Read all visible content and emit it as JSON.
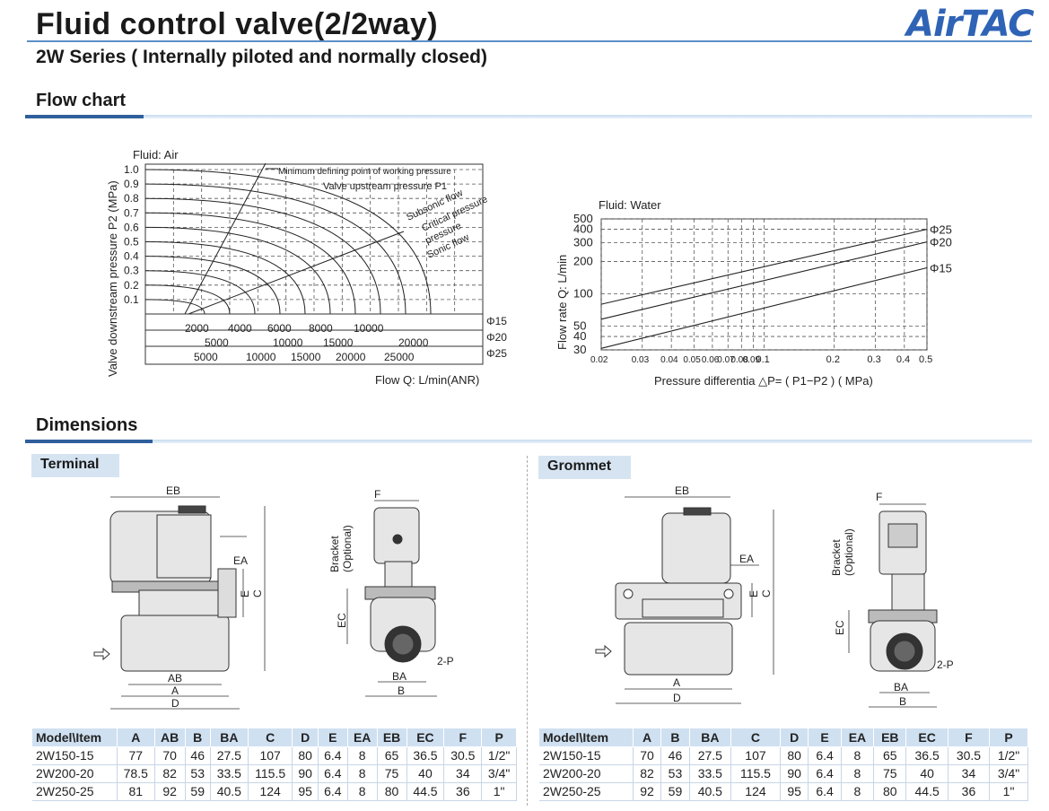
{
  "header": {
    "title": "Fluid control valve(2/2way)",
    "subtitle": "2W Series ( Internally piloted and normally closed)",
    "logo": "AirTAC"
  },
  "sections": {
    "flow_chart": "Flow chart",
    "dimensions": "Dimensions",
    "terminal": "Terminal",
    "grommet": "Grommet"
  },
  "chart_data": [
    {
      "type": "line",
      "fluid_label": "Fluid: Air",
      "ylabel": "Valve downstream pressure  P2   (MPa)",
      "xlabel": "Flow Q: L/min(ANR)",
      "y_ticks": [
        "1.0",
        "0.9",
        "0.8",
        "0.7",
        "0.6",
        "0.5",
        "0.4",
        "0.3",
        "0.2",
        "0.1"
      ],
      "x_scales": [
        {
          "name": "Φ15",
          "ticks": [
            "2000",
            "4000",
            "6000",
            "8000",
            "10000"
          ]
        },
        {
          "name": "Φ20",
          "ticks": [
            "5000",
            "10000",
            "15000",
            "20000"
          ]
        },
        {
          "name": "Φ25",
          "ticks": [
            "5000",
            "10000",
            "15000",
            "20000",
            "25000"
          ]
        }
      ],
      "annotations": [
        "Minimum defining point of working pressure",
        "Valve upstream pressure P1",
        "Subsonic flow",
        "Critical pressure",
        "Sonic flow"
      ],
      "upstream_pressure_curves_mpa": [
        1.0,
        0.9,
        0.8,
        0.7,
        0.6,
        0.5,
        0.4,
        0.3,
        0.2,
        0.1
      ]
    },
    {
      "type": "line",
      "fluid_label": "Fluid: Water",
      "ylabel": "Flow rate Q: L/min",
      "xlabel": "Pressure differentia  △P= ( P1−P2 )  ( MPa)",
      "x_scale": "log",
      "y_scale": "log",
      "x_ticks": [
        "0.02",
        "0.03",
        "0.04",
        "0.05",
        "0.06",
        "0.07",
        "0.08",
        "0.09",
        "0.1",
        "0.2",
        "0.3",
        "0.4",
        "0.5"
      ],
      "y_ticks": [
        "500",
        "400",
        "300",
        "200",
        "100",
        "50",
        "40",
        "30"
      ],
      "xlim": [
        0.02,
        0.5
      ],
      "ylim": [
        30,
        500
      ],
      "series": [
        {
          "name": "Φ25",
          "x": [
            0.02,
            0.5
          ],
          "y": [
            80,
            400
          ]
        },
        {
          "name": "Φ20",
          "x": [
            0.02,
            0.5
          ],
          "y": [
            58,
            305
          ]
        },
        {
          "name": "Φ15",
          "x": [
            0.02,
            0.5
          ],
          "y": [
            31,
            175
          ]
        }
      ]
    }
  ],
  "drawing_labels": {
    "eb": "EB",
    "ea": "EA",
    "e": "E",
    "c": "C",
    "ab": "AB",
    "a": "A",
    "d": "D",
    "f": "F",
    "bracket": "Bracket",
    "optional": "(Optional)",
    "ec": "EC",
    "ba": "BA",
    "b": "B",
    "two_p": "2-P"
  },
  "terminal_table": {
    "headers": [
      "Model\\Item",
      "A",
      "AB",
      "B",
      "BA",
      "C",
      "D",
      "E",
      "EA",
      "EB",
      "EC",
      "F",
      "P"
    ],
    "rows": [
      [
        "2W150-15",
        "77",
        "70",
        "46",
        "27.5",
        "107",
        "80",
        "6.4",
        "8",
        "65",
        "36.5",
        "30.5",
        "1/2\""
      ],
      [
        "2W200-20",
        "78.5",
        "82",
        "53",
        "33.5",
        "115.5",
        "90",
        "6.4",
        "8",
        "75",
        "40",
        "34",
        "3/4\""
      ],
      [
        "2W250-25",
        "81",
        "92",
        "59",
        "40.5",
        "124",
        "95",
        "6.4",
        "8",
        "80",
        "44.5",
        "36",
        "1\""
      ]
    ]
  },
  "grommet_table": {
    "headers": [
      "Model\\Item",
      "A",
      "B",
      "BA",
      "C",
      "D",
      "E",
      "EA",
      "EB",
      "EC",
      "F",
      "P"
    ],
    "rows": [
      [
        "2W150-15",
        "70",
        "46",
        "27.5",
        "107",
        "80",
        "6.4",
        "8",
        "65",
        "36.5",
        "30.5",
        "1/2\""
      ],
      [
        "2W200-20",
        "82",
        "53",
        "33.5",
        "115.5",
        "90",
        "6.4",
        "8",
        "75",
        "40",
        "34",
        "3/4\""
      ],
      [
        "2W250-25",
        "92",
        "59",
        "40.5",
        "124",
        "95",
        "6.4",
        "8",
        "80",
        "44.5",
        "36",
        "1\""
      ]
    ]
  }
}
